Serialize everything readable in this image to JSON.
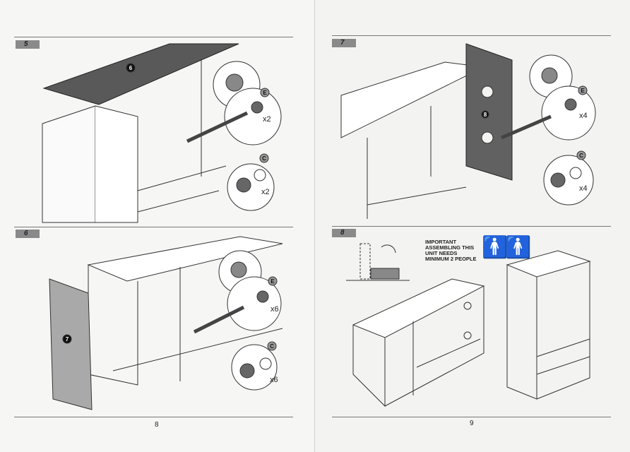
{
  "steps": [
    {
      "label": "5",
      "part": "6",
      "screw_label": "E",
      "screw_qty": "x2",
      "cam_label": "C",
      "cam_qty": "x2"
    },
    {
      "label": "6",
      "part": "7",
      "screw_label": "E",
      "screw_qty": "x6",
      "cam_label": "C",
      "cam_qty": "x6"
    },
    {
      "label": "7",
      "part": "8",
      "screw_label": "E",
      "screw_qty": "x4",
      "cam_label": "C",
      "cam_qty": "x4"
    },
    {
      "label": "8"
    }
  ],
  "notice": {
    "line1": "IMPORTANT",
    "line2": "ASSEMBLING THIS",
    "line3": "UNIT NEEDS",
    "line4": "MINIMUM 2 PEOPLE"
  },
  "icons": {
    "people": "two-people-icon",
    "rotate": "rotate-arrow-icon",
    "screwdriver": "screwdriver-icon"
  },
  "pages": {
    "left": "8",
    "right": "9"
  }
}
